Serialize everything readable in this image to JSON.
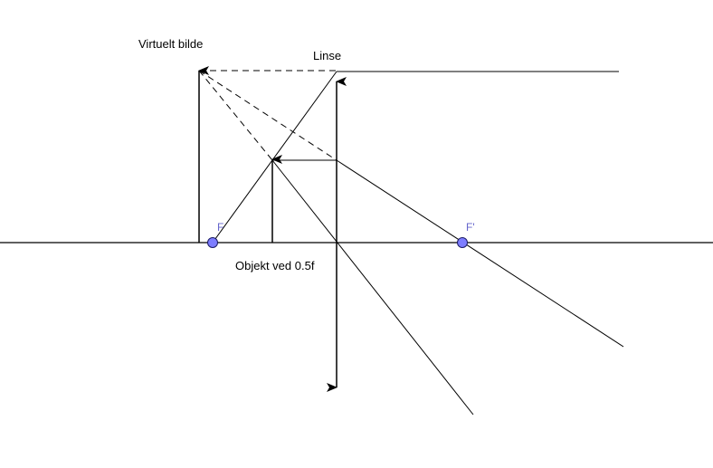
{
  "labels": {
    "virtual_image": "Virtuelt bilde",
    "lens": "Linse",
    "object": "Objekt ved 0.5f",
    "focal_left": "F",
    "focal_right": "F'"
  },
  "colors": {
    "line": "#000000",
    "focal_point_fill": "#7d7dff",
    "focal_point_stroke": "#1a1a66",
    "focal_label": "#6666cc",
    "background": "#ffffff"
  }
}
